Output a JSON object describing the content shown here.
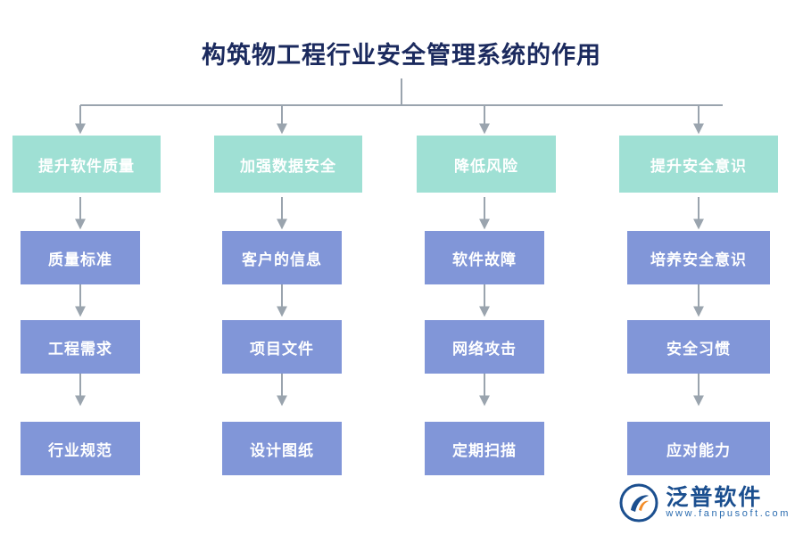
{
  "title": "构筑物工程行业安全管理系统的作用",
  "columns": [
    {
      "head": "提升软件质量",
      "items": [
        "质量标准",
        "工程需求",
        "行业规范"
      ]
    },
    {
      "head": "加强数据安全",
      "items": [
        "客户的信息",
        "项目文件",
        "设计图纸"
      ]
    },
    {
      "head": "降低风险",
      "items": [
        "软件故障",
        "网络攻击",
        "定期扫描"
      ]
    },
    {
      "head": "提升安全意识",
      "items": [
        "培养安全意识",
        "安全习惯",
        "应对能力"
      ]
    }
  ],
  "colors": {
    "head_fill": "#9fe0d4",
    "sub_fill": "#8196d8",
    "title_color": "#1b2a5e",
    "connector": "#9aa4ae",
    "logo_blue": "#1b4f8f"
  },
  "logo": {
    "cn": "泛普软件",
    "en": "www.fanpusoft.com"
  }
}
